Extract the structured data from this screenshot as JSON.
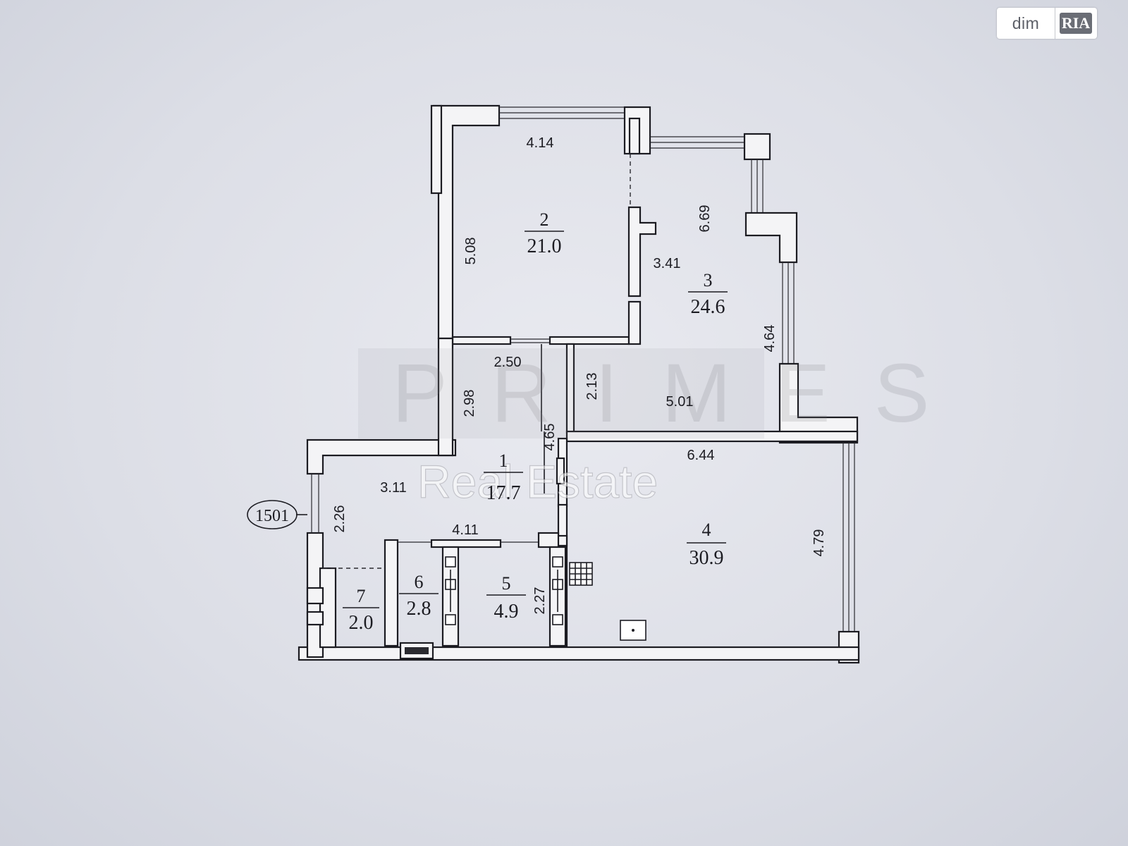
{
  "badge": {
    "dim": "dim",
    "ria": "RIA"
  },
  "watermark": {
    "line1": "PRIMES",
    "line2": "Real Estate"
  },
  "apartment_tag": "1501",
  "rooms": [
    {
      "number": "1",
      "area": "17.7"
    },
    {
      "number": "2",
      "area": "21.0"
    },
    {
      "number": "3",
      "area": "24.6"
    },
    {
      "number": "4",
      "area": "30.9"
    },
    {
      "number": "5",
      "area": "4.9"
    },
    {
      "number": "6",
      "area": "2.8"
    },
    {
      "number": "7",
      "area": "2.0"
    }
  ],
  "dimensions": {
    "room2_width": "4.14",
    "room2_height": "5.08",
    "room3_depth": "6.69",
    "room3_inner": "3.41",
    "room3_side": "4.64",
    "hall_width": "2.50",
    "hall_height": "2.98",
    "hall_inner": "2.13",
    "hall_side": "4.65",
    "room3_bottom": "5.01",
    "room4_width": "6.44",
    "room4_height": "4.79",
    "room1_width": "3.11",
    "entry_height": "2.26",
    "bath_width": "4.11",
    "room5_height": "2.27"
  }
}
